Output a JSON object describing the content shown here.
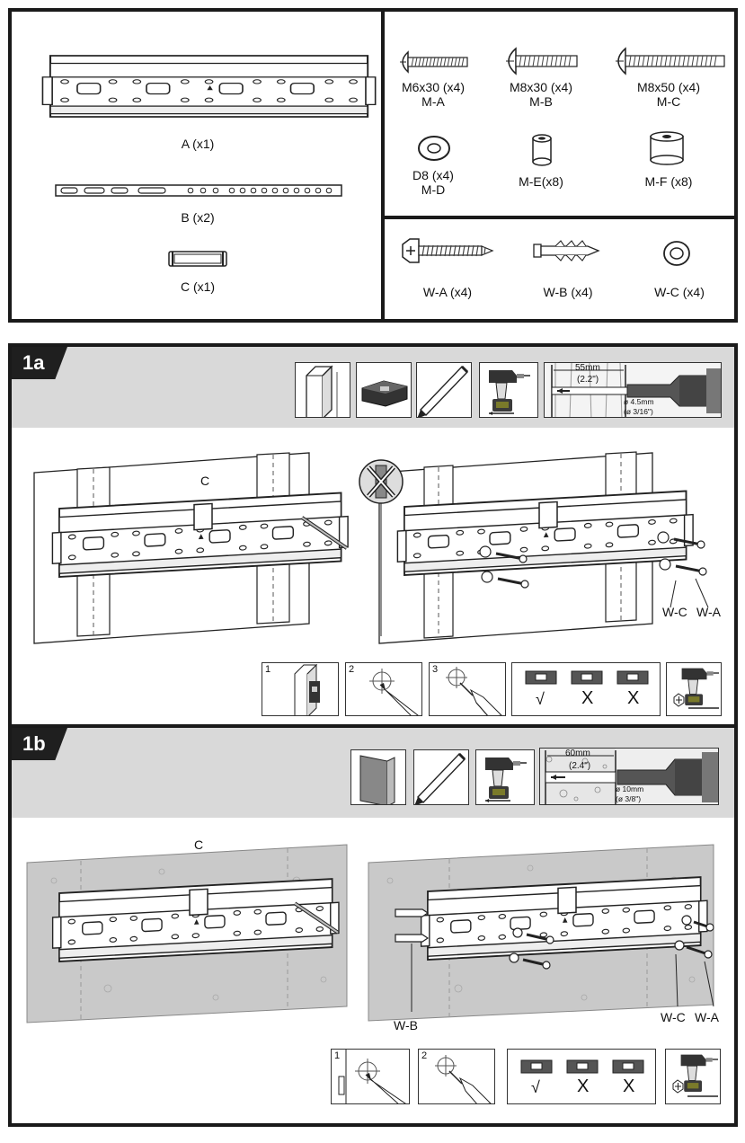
{
  "parts": {
    "plate_a": "A (x1)",
    "rail_b": "B (x2)",
    "clip_c": "C (x1)",
    "screws": [
      {
        "size": "M6x30 (x4)",
        "code": "M-A"
      },
      {
        "size": "M8x30 (x4)",
        "code": "M-B"
      },
      {
        "size": "M8x50 (x4)",
        "code": "M-C"
      }
    ],
    "spacers": [
      {
        "size": "D8 (x4)",
        "code": "M-D"
      },
      {
        "size": "M-E(x8)",
        "code": ""
      },
      {
        "size": "M-F (x8)",
        "code": ""
      }
    ],
    "wall_hardware": [
      "W-A (x4)",
      "W-B (x4)",
      "W-C (x4)"
    ]
  },
  "section_1a": {
    "tab": "1a",
    "drill": {
      "depth": "55mm",
      "depth_in": "(2.2\")",
      "diameter": "ø 4.5mm",
      "diameter_in": "(ø 3/16\")"
    },
    "label_c": "C",
    "label_wc": "W-C",
    "label_wa": "W-A",
    "steps": [
      "1",
      "2",
      "3"
    ],
    "level": {
      "ok": "√",
      "bad1": "X",
      "bad2": "X"
    }
  },
  "section_1b": {
    "tab": "1b",
    "drill": {
      "depth": "60mm",
      "depth_in": "(2.4\")",
      "diameter": "ø 10mm",
      "diameter_in": "(ø 3/8\")"
    },
    "label_c": "C",
    "label_wb": "W-B",
    "label_wc": "W-C",
    "label_wa": "W-A",
    "steps": [
      "1",
      "2"
    ],
    "level": {
      "ok": "√",
      "bad1": "X",
      "bad2": "X"
    }
  }
}
